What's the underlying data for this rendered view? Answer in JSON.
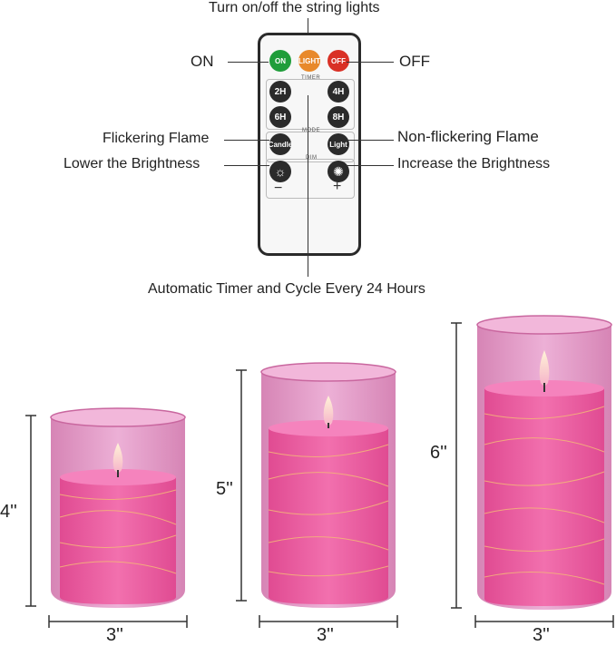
{
  "annotations": {
    "string_lights": "Turn on/off the string lights",
    "on": "ON",
    "off": "OFF",
    "flickering": "Flickering Flame",
    "non_flickering": "Non-flickering Flame",
    "lower": "Lower the Brightness",
    "increase": "Increase the Brightness",
    "timer_cycle": "Automatic Timer and Cycle Every 24 Hours"
  },
  "remote": {
    "on_button": "ON",
    "light_button": "LIGHT",
    "off_button": "OFF",
    "timer_label": "TIMER",
    "t2h": "2H",
    "t4h": "4H",
    "t6h": "6H",
    "t8h": "8H",
    "mode_label": "MODE",
    "candle_button": "Candle",
    "light_mode_button": "Light",
    "dim_label": "DIM",
    "minus": "−",
    "plus": "+"
  },
  "colors": {
    "on_green": "#1f9d3a",
    "light_orange": "#e8892b",
    "off_red": "#d93025",
    "candle_pink": "#ec5f9f",
    "glass_pink": "#e28fc0"
  },
  "candles": [
    {
      "height": "4''",
      "width": "3''"
    },
    {
      "height": "5''",
      "width": "3''"
    },
    {
      "height": "6''",
      "width": "3''"
    }
  ]
}
